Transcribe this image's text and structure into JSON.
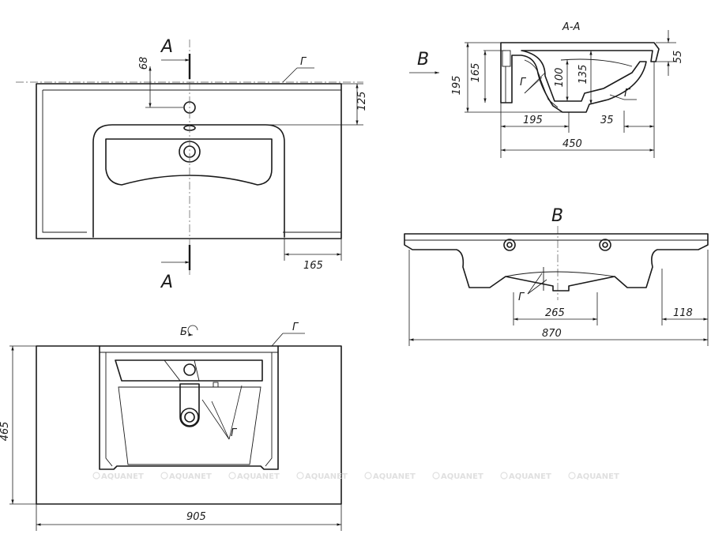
{
  "section_labels": {
    "cut_a_top": "A",
    "cut_a_bottom": "A",
    "section_title": "A-A",
    "view_b_arrow": "B",
    "view_b_title": "B",
    "view_rotate": "Б"
  },
  "callouts": {
    "g_top": "Г",
    "g_section": "Г",
    "g_section_right": "Г",
    "g_view_b": "Г",
    "g_bottom_top": "Г",
    "g_bottom_mid": "Г"
  },
  "dimensions": {
    "top_68": "68",
    "top_125": "125",
    "top_165": "165",
    "sec_195_v": "195",
    "sec_165_v": "165",
    "sec_100_v": "100",
    "sec_135_v": "135",
    "sec_55_v": "55",
    "sec_195_h": "195",
    "sec_35_h": "35",
    "sec_450_h": "450",
    "viewb_265": "265",
    "viewb_118": "118",
    "viewb_870": "870",
    "bottom_465": "465",
    "bottom_905": "905"
  },
  "watermark": {
    "text": "AQUANET"
  }
}
